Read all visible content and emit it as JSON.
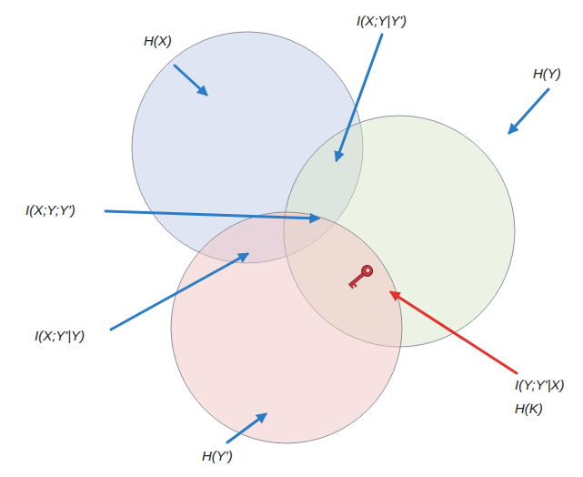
{
  "diagram": {
    "labels": [
      "H(X)",
      "I(X;Y|Y')",
      "H(Y)",
      "I(X;Y;Y')",
      "I(X;Y'|Y)",
      "I(Y;Y'|X)",
      "H(K)",
      "H(Y')"
    ]
  }
}
